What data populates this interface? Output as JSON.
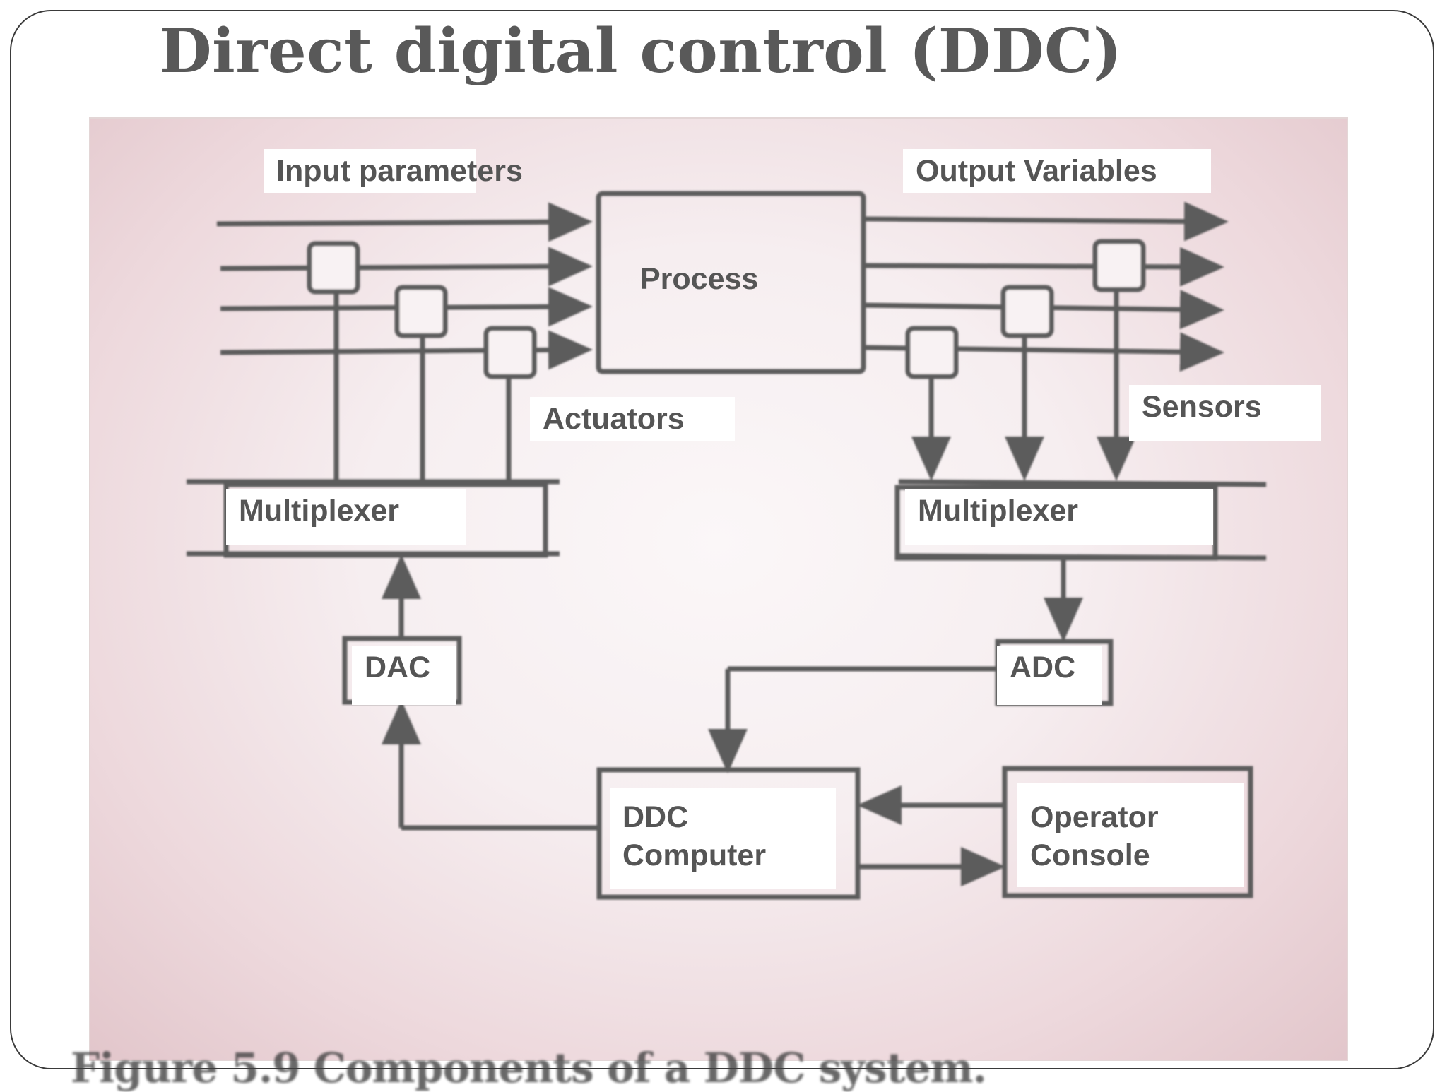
{
  "title": "Direct digital control (DDC)",
  "labels": {
    "input_parameters": "Input parameters",
    "output_variables": "Output Variables",
    "process": "Process",
    "actuators": "Actuators",
    "sensors": "Sensors",
    "multiplexer_left": "Multiplexer",
    "multiplexer_right": "Multiplexer",
    "dac": "DAC",
    "adc": "ADC",
    "ddc_computer_line1": "DDC",
    "ddc_computer_line2": "Computer",
    "operator_console_line1": "Operator",
    "operator_console_line2": "Console"
  },
  "caption": "Figure 5.9   Components of a DDC system.",
  "colors": {
    "title": "#595959",
    "label_text": "#555555",
    "diagram_line": "#5b5b5b",
    "photo_tint": "#edd8dc"
  }
}
